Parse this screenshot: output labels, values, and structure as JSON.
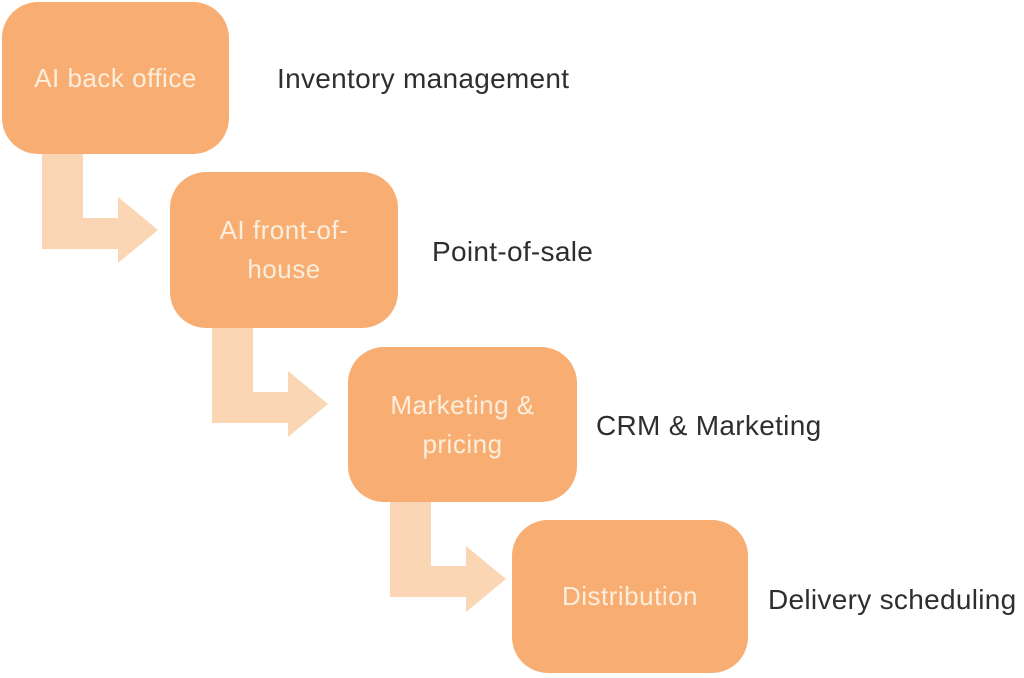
{
  "diagram": {
    "type": "stepped-flow",
    "steps": [
      {
        "box_label": "AI back office",
        "side_label": "Inventory management"
      },
      {
        "box_label": "AI front-of-\nhouse",
        "side_label": "Point-of-sale"
      },
      {
        "box_label": "Marketing &\npricing",
        "side_label": "CRM & Marketing"
      },
      {
        "box_label": "Distribution",
        "side_label": "Delivery scheduling"
      }
    ],
    "colors": {
      "background": "#FFFFFF",
      "box_fill": "#F8AE72",
      "arrow_fill": "#FAD6B4",
      "box_text": "#FCEEDC",
      "side_label_text": "#2E2E2E"
    }
  }
}
